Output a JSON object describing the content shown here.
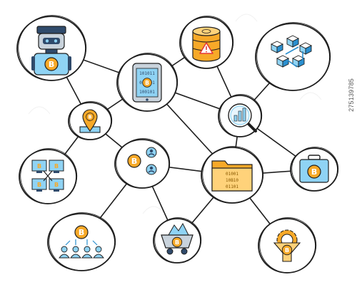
{
  "diagram": {
    "stock_id": "275139785",
    "palette": {
      "outline": "#1e1e1e",
      "blue": "#8fd3f4",
      "blue_dark": "#2a8fcf",
      "orange": "#f7a928",
      "orange_light": "#ffd27a",
      "gray": "#c9d3dc",
      "navy": "#2f4a6b",
      "red": "#e53935"
    },
    "symbols": {
      "coin": "B",
      "binary_rows": [
        "101011",
        "010B01",
        "100101"
      ]
    },
    "nodes": [
      {
        "id": "robot",
        "icon": "robot-coin-icon"
      },
      {
        "id": "mobile",
        "icon": "mobile-binary-icon"
      },
      {
        "id": "coin-stack",
        "icon": "coin-stack-warning-icon"
      },
      {
        "id": "blockchain",
        "icon": "blockchain-cubes-icon"
      },
      {
        "id": "analytics",
        "icon": "magnifier-chart-icon"
      },
      {
        "id": "location",
        "icon": "location-pin-icon"
      },
      {
        "id": "exchange",
        "icon": "coin-users-exchange-icon"
      },
      {
        "id": "folder",
        "icon": "binary-folder-icon"
      },
      {
        "id": "case",
        "icon": "briefcase-coin-icon"
      },
      {
        "id": "network",
        "icon": "computer-network-icon"
      },
      {
        "id": "community",
        "icon": "users-coin-icon"
      },
      {
        "id": "mining-cart",
        "icon": "mining-cart-icon"
      },
      {
        "id": "gear-funnel",
        "icon": "gear-funnel-icon"
      }
    ],
    "edges": [
      [
        "robot",
        "location"
      ],
      [
        "robot",
        "mobile"
      ],
      [
        "mobile",
        "location"
      ],
      [
        "mobile",
        "coin-stack"
      ],
      [
        "mobile",
        "analytics"
      ],
      [
        "mobile",
        "folder"
      ],
      [
        "coin-stack",
        "analytics"
      ],
      [
        "blockchain",
        "analytics"
      ],
      [
        "analytics",
        "case"
      ],
      [
        "analytics",
        "folder"
      ],
      [
        "location",
        "network"
      ],
      [
        "location",
        "exchange"
      ],
      [
        "exchange",
        "folder"
      ],
      [
        "exchange",
        "community"
      ],
      [
        "exchange",
        "mining-cart"
      ],
      [
        "folder",
        "mining-cart"
      ],
      [
        "folder",
        "gear-funnel"
      ],
      [
        "folder",
        "case"
      ]
    ]
  }
}
